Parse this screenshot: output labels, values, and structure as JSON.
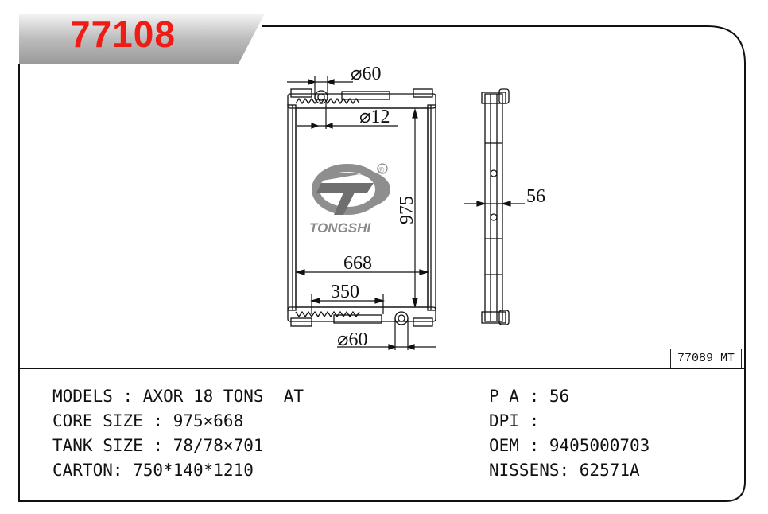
{
  "header": {
    "part_number": "77108"
  },
  "drawing": {
    "dims": {
      "inlet_diameter": "⌀60",
      "small_diameter": "⌀12",
      "height": "975",
      "width": "668",
      "offset": "350",
      "outlet_diameter": "⌀60",
      "depth": "56"
    },
    "logo": {
      "brand": "TONGSHI",
      "registered": "®"
    }
  },
  "reference_code": "77089 MT",
  "specs": {
    "models_label": "MODELS : AXOR 18 TONS  AT",
    "core_size": "CORE SIZE : 975×668",
    "tank_size": "TANK SIZE : 78/78×701",
    "carton": "CARTON: 750*140*1210",
    "pa": "P A : 56",
    "dpi": "DPI :",
    "oem": "OEM : 9405000703",
    "nissens": "NISSENS: 62571A"
  },
  "colors": {
    "title_red": "#ee1c14",
    "banner_gray": "#c8c8c8"
  }
}
